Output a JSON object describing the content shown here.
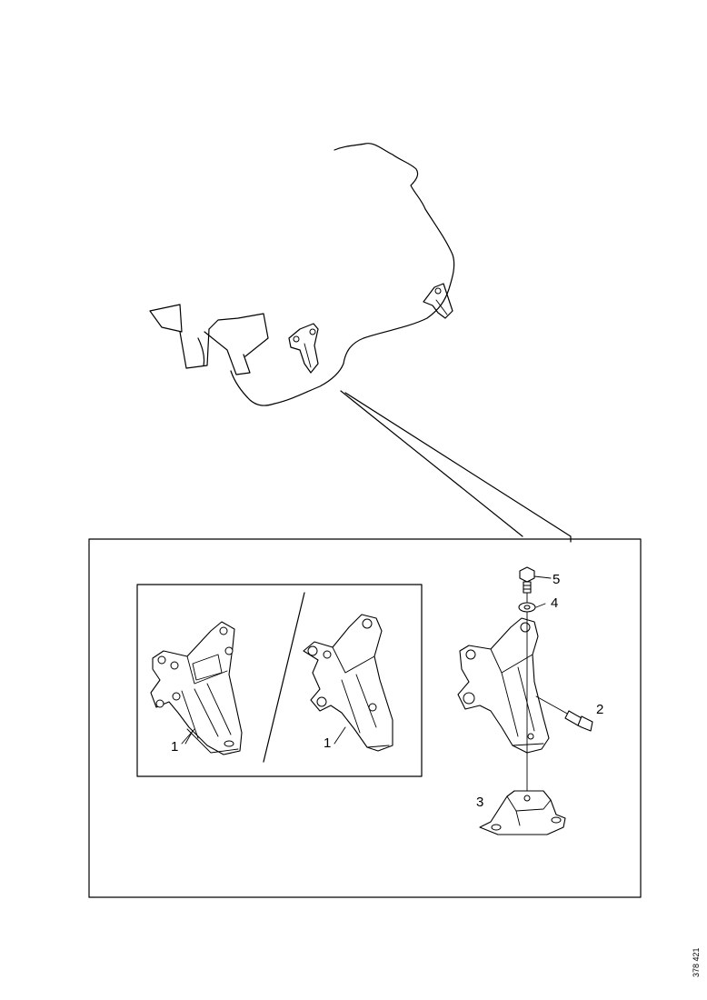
{
  "callouts": {
    "left_bracket": "1",
    "middle_bracket": "1",
    "bolt": "2",
    "rubber_mount": "3",
    "washer": "4",
    "top_bolt": "5"
  },
  "figure_number": "378 421"
}
